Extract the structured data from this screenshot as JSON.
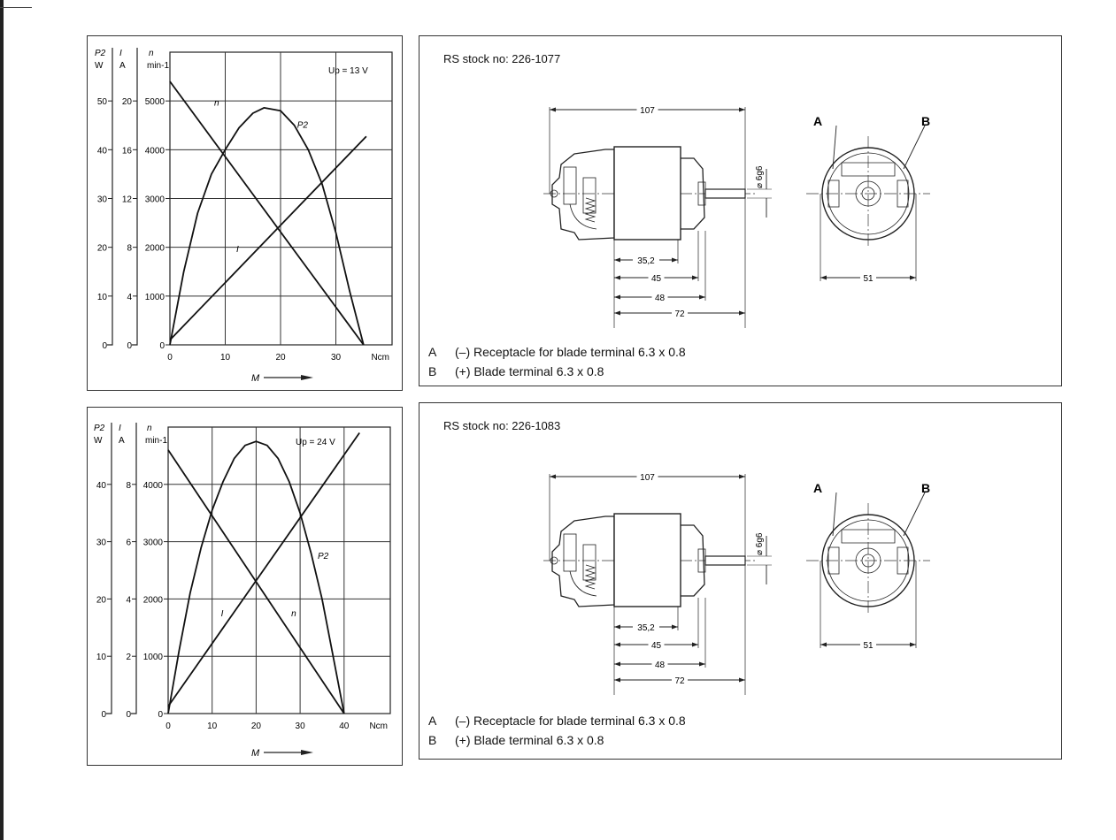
{
  "chart_data": [
    {
      "type": "line",
      "title": "",
      "annotation": "Up = 13 V",
      "xlabel": "M",
      "x_unit": "Ncm",
      "x_ticks": [
        0,
        10,
        20,
        30
      ],
      "xlim": [
        0,
        40
      ],
      "axes": [
        {
          "name": "P2",
          "unit": "W",
          "ticks": [
            0,
            10,
            20,
            30,
            40,
            50
          ]
        },
        {
          "name": "I",
          "unit": "A",
          "ticks": [
            0,
            4,
            8,
            12,
            16,
            20
          ]
        },
        {
          "name": "n",
          "unit": "min-1",
          "ticks": [
            0,
            1000,
            2000,
            3000,
            4000,
            5000
          ]
        }
      ],
      "ylim_n": [
        0,
        6000
      ],
      "grid": true,
      "series": [
        {
          "name": "n",
          "axis": "n",
          "x": [
            0,
            35
          ],
          "y": [
            5400,
            0
          ]
        },
        {
          "name": "I",
          "axis": "I",
          "x": [
            0,
            35.5
          ],
          "y": [
            0.4,
            17.1
          ]
        },
        {
          "name": "P2",
          "axis": "P2",
          "x": [
            0,
            2.5,
            5,
            7.5,
            10,
            12.5,
            15,
            17,
            20,
            22.5,
            25,
            27.5,
            30,
            32.5,
            35
          ],
          "y": [
            0,
            15,
            27,
            35,
            40,
            44.5,
            47.5,
            48.6,
            48,
            45,
            40,
            33,
            23,
            11,
            0
          ]
        }
      ]
    },
    {
      "type": "line",
      "title": "",
      "annotation": "Up = 24 V",
      "xlabel": "M",
      "x_unit": "Ncm",
      "x_ticks": [
        0,
        10,
        20,
        30,
        40
      ],
      "xlim": [
        0,
        50
      ],
      "axes": [
        {
          "name": "P2",
          "unit": "W",
          "ticks": [
            0,
            10,
            20,
            30,
            40
          ]
        },
        {
          "name": "I",
          "unit": "A",
          "ticks": [
            0,
            2,
            4,
            6,
            8
          ]
        },
        {
          "name": "n",
          "unit": "min-1",
          "ticks": [
            0,
            1000,
            2000,
            3000,
            4000
          ]
        }
      ],
      "ylim_n": [
        0,
        5000
      ],
      "grid": true,
      "series": [
        {
          "name": "n",
          "axis": "n",
          "x": [
            0,
            40
          ],
          "y": [
            4600,
            0
          ]
        },
        {
          "name": "I",
          "axis": "I",
          "x": [
            0,
            43.5
          ],
          "y": [
            0.25,
            9.8
          ]
        },
        {
          "name": "P2",
          "axis": "P2",
          "x": [
            0,
            2.5,
            5,
            7.5,
            10,
            12.5,
            15,
            17.5,
            20,
            22.5,
            25,
            27.5,
            30,
            32.5,
            35,
            37.5,
            40
          ],
          "y": [
            0,
            11,
            21,
            29,
            35.5,
            40.5,
            44.5,
            46.8,
            47.5,
            46.8,
            44.5,
            40.5,
            35,
            28,
            20,
            10,
            0
          ]
        }
      ]
    }
  ],
  "motors": [
    {
      "stock_no": "RS stock no: 226-1077",
      "dims": {
        "overall": "107",
        "d1": "35,2",
        "d2": "45",
        "d3": "48",
        "d4": "72",
        "diameter": "51",
        "shaft": "⌀ 6g6"
      },
      "terminal_labels": {
        "a": "A",
        "b": "B"
      },
      "legend": [
        {
          "key": "A",
          "text": "(–) Receptacle for blade terminal 6.3 x 0.8"
        },
        {
          "key": "B",
          "text": "(+) Blade terminal 6.3 x 0.8"
        }
      ]
    },
    {
      "stock_no": "RS stock no: 226-1083",
      "dims": {
        "overall": "107",
        "d1": "35,2",
        "d2": "45",
        "d3": "48",
        "d4": "72",
        "diameter": "51",
        "shaft": "⌀ 6g6"
      },
      "terminal_labels": {
        "a": "A",
        "b": "B"
      },
      "legend": [
        {
          "key": "A",
          "text": "(–) Receptacle for blade terminal 6.3 x 0.8"
        },
        {
          "key": "B",
          "text": "(+) Blade terminal 6.3 x 0.8"
        }
      ]
    }
  ]
}
